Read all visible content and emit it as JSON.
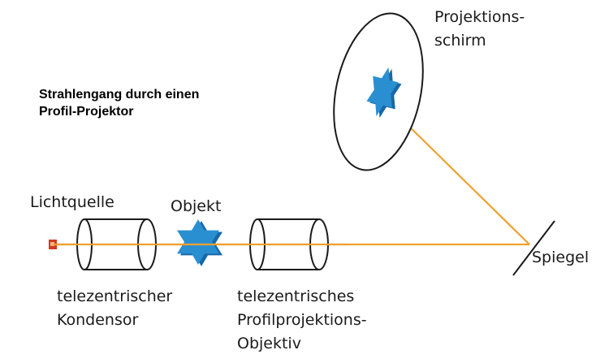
{
  "title": {
    "line1": "Strahlengang durch einen",
    "line2": "Profil-Projektor"
  },
  "labels": {
    "light_source": "Lichtquelle",
    "object": "Objekt",
    "screen_line1": "Projektions-",
    "screen_line2": "schirm",
    "mirror": "Spiegel",
    "condenser_line1": "telezentrischer",
    "condenser_line2": "Kondensor",
    "objective_line1": "telezentrisches",
    "objective_line2": "Profilprojektions-",
    "objective_line3": "Objektiv"
  },
  "colors": {
    "beam": "#f0a030",
    "star": "#2a8fd0",
    "star_dark": "#1768a8",
    "source": "#d23a1e",
    "outline": "#1a1a1a"
  }
}
